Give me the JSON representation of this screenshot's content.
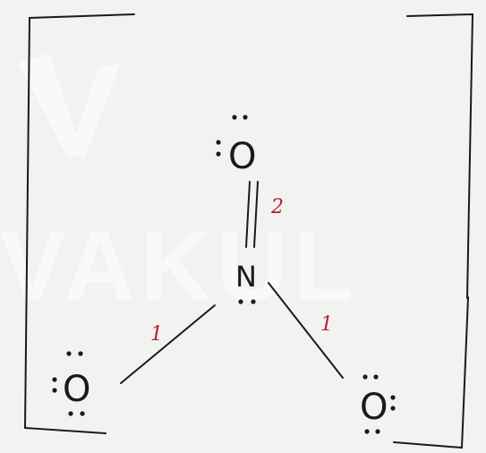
{
  "watermark": "VAKUL",
  "molecule": {
    "atoms": {
      "top_oxygen": "O",
      "nitrogen": "N",
      "left_oxygen": "O",
      "right_oxygen": "O"
    },
    "bond_orders": {
      "top": "2",
      "left": "1",
      "right": "1"
    }
  },
  "colors": {
    "ink": "#1a1a1a",
    "bond_order_label": "#b0232a",
    "background": "#f2f2f0"
  }
}
